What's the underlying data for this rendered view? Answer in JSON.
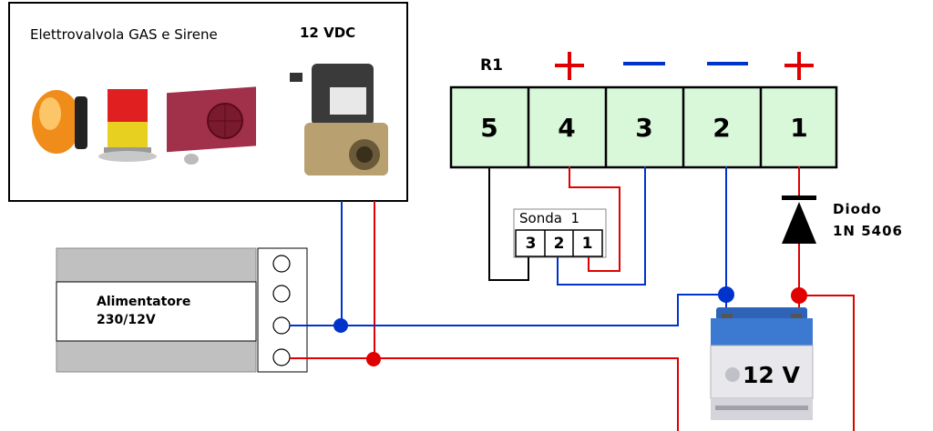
{
  "device_panel": {
    "label": "Elettrovalvola GAS e Sirene",
    "voltage": "12 VDC",
    "items": [
      "orange-beacon",
      "red-yellow-tower-light",
      "red-siren-box",
      "gas-solenoid-valve"
    ]
  },
  "relay": {
    "label": "R1",
    "terminals": [
      "5",
      "4",
      "3",
      "2",
      "1"
    ],
    "polarity_marks": [
      "+",
      "-",
      "-",
      "+"
    ]
  },
  "probe": {
    "label": "Sonda  1",
    "pins": [
      "3",
      "2",
      "1"
    ]
  },
  "power_supply": {
    "label_line1": "Alimentatore",
    "label_line2": "230/12V"
  },
  "diode": {
    "label_line1": "Diodo",
    "label_line2": "1N 5406"
  },
  "battery": {
    "label": "12 V"
  },
  "colors": {
    "positive_wire": "#e00000",
    "negative_wire": "#0033cc",
    "terminal_fill": "#d9f7d9",
    "junction_red": "#e00000",
    "junction_blue": "#0033cc"
  }
}
